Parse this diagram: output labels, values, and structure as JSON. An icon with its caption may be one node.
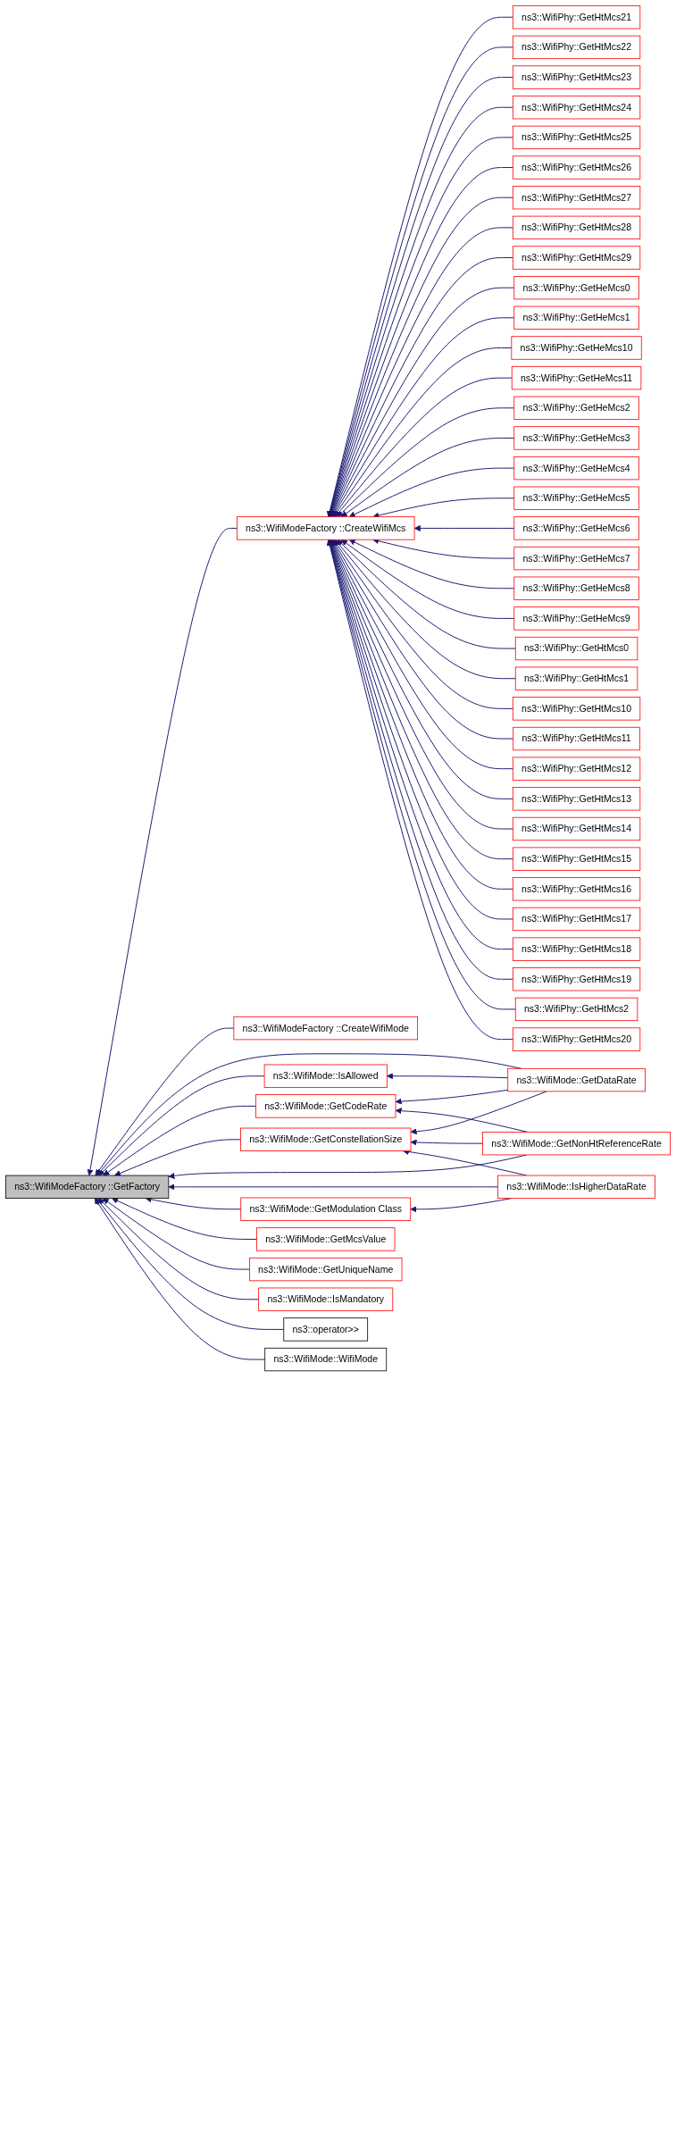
{
  "diagram": {
    "nodes": [
      {
        "text": [
          "ns3::WifiModeFactory ::GetFactory"
        ]
      },
      {
        "text": [
          "ns3::WifiModeFactory ::CreateWifiMcs"
        ]
      },
      {
        "text": [
          "ns3::WifiPhy::GetHtMcs21"
        ]
      },
      {
        "text": [
          "ns3::WifiPhy::GetHtMcs22"
        ]
      },
      {
        "text": [
          "ns3::WifiPhy::GetHtMcs23"
        ]
      },
      {
        "text": [
          "ns3::WifiPhy::GetHtMcs24"
        ]
      },
      {
        "text": [
          "ns3::WifiPhy::GetHtMcs25"
        ]
      },
      {
        "text": [
          "ns3::WifiPhy::GetHtMcs26"
        ]
      },
      {
        "text": [
          "ns3::WifiPhy::GetHtMcs27"
        ]
      },
      {
        "text": [
          "ns3::WifiPhy::GetHtMcs28"
        ]
      },
      {
        "text": [
          "ns3::WifiPhy::GetHtMcs29"
        ]
      },
      {
        "text": [
          "ns3::WifiPhy::GetHeMcs0"
        ]
      },
      {
        "text": [
          "ns3::WifiPhy::GetHeMcs1"
        ]
      },
      {
        "text": [
          "ns3::WifiPhy::GetHeMcs10"
        ]
      },
      {
        "text": [
          "ns3::WifiPhy::GetHeMcs11"
        ]
      },
      {
        "text": [
          "ns3::WifiPhy::GetHeMcs2"
        ]
      },
      {
        "text": [
          "ns3::WifiPhy::GetHeMcs3"
        ]
      },
      {
        "text": [
          "ns3::WifiPhy::GetHeMcs4"
        ]
      },
      {
        "text": [
          "ns3::WifiPhy::GetHeMcs5"
        ]
      },
      {
        "text": [
          "ns3::WifiPhy::GetHeMcs6"
        ]
      },
      {
        "text": [
          "ns3::WifiPhy::GetHeMcs7"
        ]
      },
      {
        "text": [
          "ns3::WifiPhy::GetHeMcs8"
        ]
      },
      {
        "text": [
          "ns3::WifiPhy::GetHeMcs9"
        ]
      },
      {
        "text": [
          "ns3::WifiPhy::GetHtMcs0"
        ]
      },
      {
        "text": [
          "ns3::WifiPhy::GetHtMcs1"
        ]
      },
      {
        "text": [
          "ns3::WifiPhy::GetHtMcs10"
        ]
      },
      {
        "text": [
          "ns3::WifiPhy::GetHtMcs11"
        ]
      },
      {
        "text": [
          "ns3::WifiPhy::GetHtMcs12"
        ]
      },
      {
        "text": [
          "ns3::WifiPhy::GetHtMcs13"
        ]
      },
      {
        "text": [
          "ns3::WifiPhy::GetHtMcs14"
        ]
      },
      {
        "text": [
          "ns3::WifiPhy::GetHtMcs15"
        ]
      },
      {
        "text": [
          "ns3::WifiPhy::GetHtMcs16"
        ]
      },
      {
        "text": [
          "ns3::WifiPhy::GetHtMcs17"
        ]
      },
      {
        "text": [
          "ns3::WifiPhy::GetHtMcs18"
        ]
      },
      {
        "text": [
          "ns3::WifiPhy::GetHtMcs19"
        ]
      },
      {
        "text": [
          "ns3::WifiPhy::GetHtMcs2"
        ]
      },
      {
        "text": [
          "ns3::WifiPhy::GetHtMcs20"
        ]
      },
      {
        "text": [
          "ns3::WifiModeFactory ::CreateWifiMode"
        ]
      },
      {
        "text": [
          "ns3::WifiMode::IsAllowed"
        ]
      },
      {
        "text": [
          "ns3::WifiMode::GetCodeRate"
        ]
      },
      {
        "text": [
          "ns3::WifiMode::GetConstellationSize"
        ]
      },
      {
        "text": [
          "ns3::WifiMode::GetModulation Class"
        ]
      },
      {
        "text": [
          "ns3::WifiMode::GetMcsValue"
        ]
      },
      {
        "text": [
          "ns3::WifiMode::GetUniqueName"
        ]
      },
      {
        "text": [
          "ns3::WifiMode::IsMandatory"
        ]
      },
      {
        "text": [
          "ns3::operator>>"
        ]
      },
      {
        "text": [
          "ns3::WifiMode::WifiMode"
        ]
      },
      {
        "text": [
          "ns3::WifiMode::GetDataRate"
        ]
      },
      {
        "text": [
          "ns3::WifiMode::GetNonHtReferenceRate"
        ]
      },
      {
        "text": [
          "ns3::WifiMode::IsHigherDataRate"
        ]
      }
    ],
    "edges": [
      {
        "from": 2,
        "to": 1,
        "arrow": "to"
      },
      {
        "from": 3,
        "to": 1,
        "arrow": "to"
      },
      {
        "from": 4,
        "to": 1,
        "arrow": "to"
      },
      {
        "from": 5,
        "to": 1,
        "arrow": "to"
      },
      {
        "from": 6,
        "to": 1,
        "arrow": "to"
      },
      {
        "from": 7,
        "to": 1,
        "arrow": "to"
      },
      {
        "from": 8,
        "to": 1,
        "arrow": "to"
      },
      {
        "from": 9,
        "to": 1,
        "arrow": "to"
      },
      {
        "from": 10,
        "to": 1,
        "arrow": "to"
      },
      {
        "from": 11,
        "to": 1,
        "arrow": "to"
      },
      {
        "from": 12,
        "to": 1,
        "arrow": "to"
      },
      {
        "from": 13,
        "to": 1,
        "arrow": "to"
      },
      {
        "from": 14,
        "to": 1,
        "arrow": "to"
      },
      {
        "from": 15,
        "to": 1,
        "arrow": "to"
      },
      {
        "from": 16,
        "to": 1,
        "arrow": "to"
      },
      {
        "from": 17,
        "to": 1,
        "arrow": "to"
      },
      {
        "from": 18,
        "to": 1,
        "arrow": "to"
      },
      {
        "from": 19,
        "to": 1,
        "arrow": "to"
      },
      {
        "from": 20,
        "to": 1,
        "arrow": "to"
      },
      {
        "from": 21,
        "to": 1,
        "arrow": "to"
      },
      {
        "from": 22,
        "to": 1,
        "arrow": "to"
      },
      {
        "from": 23,
        "to": 1,
        "arrow": "to"
      },
      {
        "from": 24,
        "to": 1,
        "arrow": "to"
      },
      {
        "from": 25,
        "to": 1,
        "arrow": "to"
      },
      {
        "from": 26,
        "to": 1,
        "arrow": "to"
      },
      {
        "from": 27,
        "to": 1,
        "arrow": "to"
      },
      {
        "from": 28,
        "to": 1,
        "arrow": "to"
      },
      {
        "from": 29,
        "to": 1,
        "arrow": "to"
      },
      {
        "from": 30,
        "to": 1,
        "arrow": "to"
      },
      {
        "from": 31,
        "to": 1,
        "arrow": "to"
      },
      {
        "from": 32,
        "to": 1,
        "arrow": "to"
      },
      {
        "from": 33,
        "to": 1,
        "arrow": "to"
      },
      {
        "from": 34,
        "to": 1,
        "arrow": "to"
      },
      {
        "from": 35,
        "to": 1,
        "arrow": "to"
      },
      {
        "from": 36,
        "to": 1,
        "arrow": "to"
      },
      {
        "from": 1,
        "to": 0,
        "arrow": "to"
      },
      {
        "from": 37,
        "to": 0,
        "arrow": "to"
      },
      {
        "from": 47,
        "to": 0,
        "arrow": "to"
      },
      {
        "from": 38,
        "to": 0,
        "arrow": "to"
      },
      {
        "from": 47,
        "to": 38,
        "arrow": "to"
      },
      {
        "from": 39,
        "to": 0,
        "arrow": "to"
      },
      {
        "from": 47,
        "to": 39,
        "arrow": "to"
      },
      {
        "from": 48,
        "to": 39,
        "arrow": "to"
      },
      {
        "from": 40,
        "to": 0,
        "arrow": "to"
      },
      {
        "from": 47,
        "to": 40,
        "arrow": "to"
      },
      {
        "from": 48,
        "to": 40,
        "arrow": "to"
      },
      {
        "from": 49,
        "to": 40,
        "arrow": "to"
      },
      {
        "from": 48,
        "to": 0,
        "arrow": "to"
      },
      {
        "from": 49,
        "to": 0,
        "arrow": "to"
      },
      {
        "from": 49,
        "to": 41,
        "arrow": "to"
      },
      {
        "from": 41,
        "to": 0,
        "arrow": "to"
      },
      {
        "from": 42,
        "to": 0,
        "arrow": "to"
      },
      {
        "from": 43,
        "to": 0,
        "arrow": "to"
      },
      {
        "from": 44,
        "to": 0,
        "arrow": "to"
      },
      {
        "from": 45,
        "to": 0,
        "arrow": "to"
      },
      {
        "from": 46,
        "to": 0,
        "arrow": "to"
      }
    ]
  }
}
